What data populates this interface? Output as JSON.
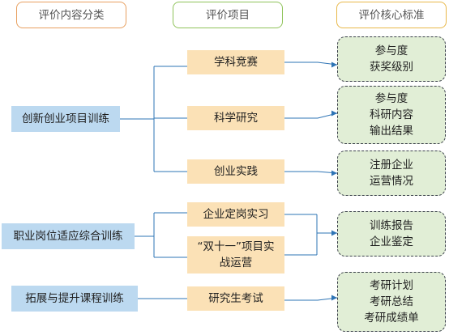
{
  "headers": {
    "category": "评价内容分类",
    "item": "评价项目",
    "standard": "评价核心标准"
  },
  "categories": [
    "创新创业项目训练",
    "职业岗位适应综合训练",
    "拓展与提升课程训练"
  ],
  "items": [
    "学科竞赛",
    "科学研究",
    "创业实践",
    "企业定岗实习",
    "“双十一”项目实",
    "战运营",
    "研究生考试"
  ],
  "standards": {
    "competition": [
      "参与度",
      "获奖级别"
    ],
    "research": [
      "参与度",
      "科研内容",
      "输出结果"
    ],
    "startup": [
      "注册企业",
      "运营情况"
    ],
    "vocational": [
      "训练报告",
      "企业鉴定"
    ],
    "graduate": [
      "考研计划",
      "考研总结",
      "考研成绩单"
    ]
  },
  "colors": {
    "connector": "#2e74b5",
    "category_fill": "#bcd9f0",
    "item_fill": "#fbe1b6",
    "standard_fill": "#e1eed6"
  }
}
